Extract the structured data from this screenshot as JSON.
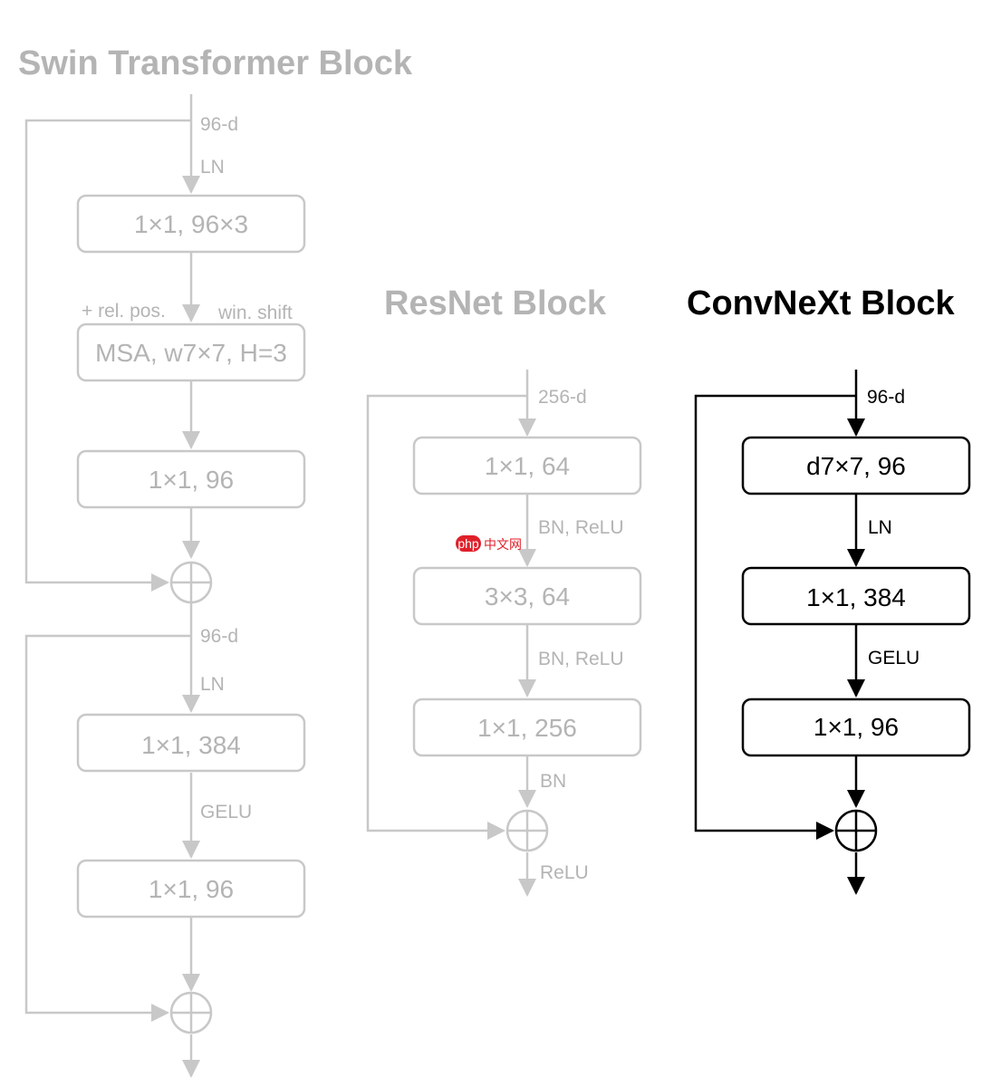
{
  "colors": {
    "inactive": "#c8c8c8",
    "inactive_text": "#b4b4b4",
    "active": "#000000",
    "watermark_red": "#e0202a"
  },
  "swin": {
    "title": "Swin Transformer Block",
    "input_dim": "96-d",
    "ln1": "LN",
    "box_qkv": "1×1, 96×3",
    "rel_pos": "+ rel. pos.",
    "win_shift": "win. shift",
    "box_msa": "MSA, w7×7, H=3",
    "box_proj": "1×1, 96",
    "mid_dim": "96-d",
    "ln2": "LN",
    "box_expand": "1×1, 384",
    "act": "GELU",
    "box_reduce": "1×1, 96"
  },
  "resnet": {
    "title": "ResNet Block",
    "input_dim": "256-d",
    "box1": "1×1, 64",
    "act1": "BN, ReLU",
    "box2": "3×3, 64",
    "act2": "BN, ReLU",
    "box3": "1×1, 256",
    "norm3": "BN",
    "out_act": "ReLU"
  },
  "convnext": {
    "title": "ConvNeXt Block",
    "input_dim": "96-d",
    "box1": "d7×7, 96",
    "norm": "LN",
    "box2": "1×1, 384",
    "act": "GELU",
    "box3": "1×1, 96"
  },
  "watermark": {
    "badge": "php",
    "text": "中文网"
  }
}
